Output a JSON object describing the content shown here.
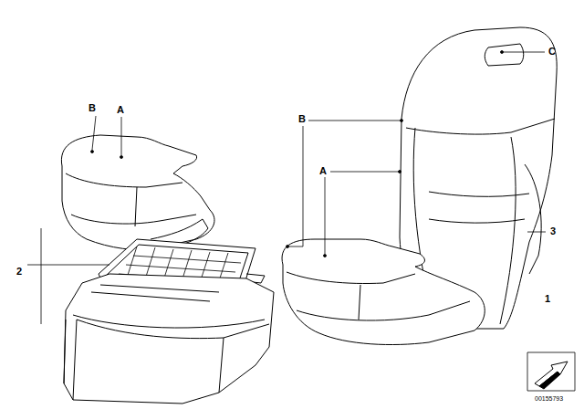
{
  "diagram": {
    "labels": [
      "B",
      "A",
      "C",
      "B",
      "A",
      "3",
      "2",
      "1",
      "00155793"
    ]
  }
}
